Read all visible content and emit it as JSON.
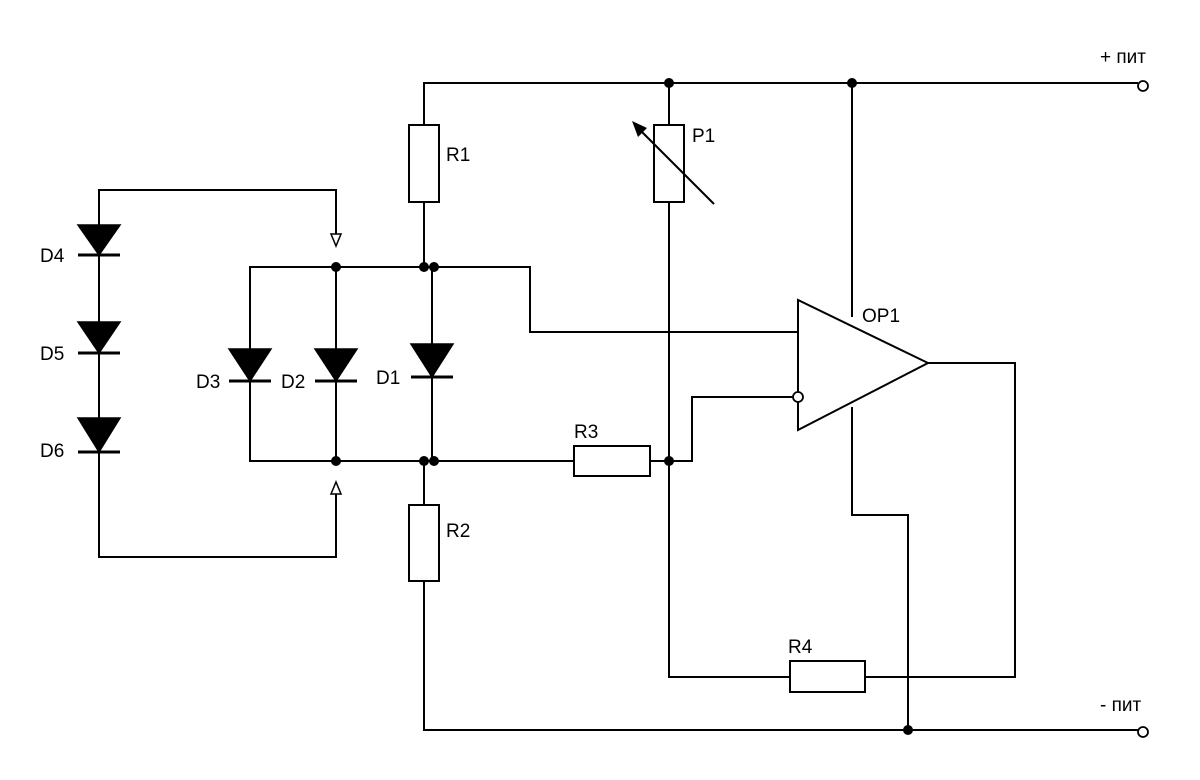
{
  "components": {
    "R1": "R1",
    "R2": "R2",
    "R3": "R3",
    "R4": "R4",
    "P1": "P1",
    "OP1": "OP1",
    "D1": "D1",
    "D2": "D2",
    "D3": "D3",
    "D4": "D4",
    "D5": "D5",
    "D6": "D6"
  },
  "terminals": {
    "plus": "+ пит",
    "minus": "- пит"
  }
}
